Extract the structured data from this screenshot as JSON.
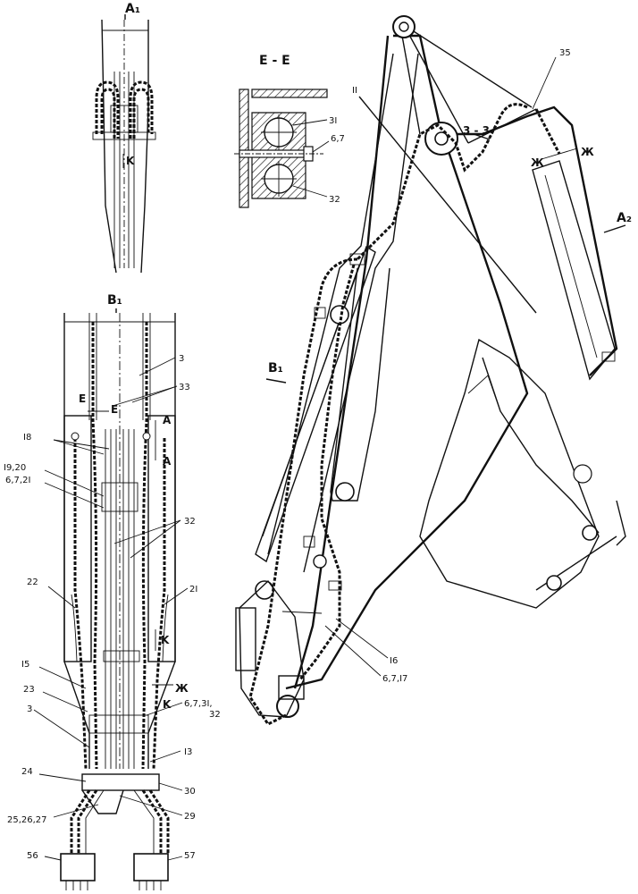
{
  "views": {
    "a1": "A₁",
    "b1": "B₁",
    "ee": "E - E",
    "a2": "A₂",
    "b1_arrow": "B₁",
    "section_33": "3 - 3"
  },
  "labels": {
    "l31": "3I",
    "l67_ee": "6,7",
    "l32_ee": "32",
    "l35": "35",
    "lII": "II",
    "lZh1": "Ж",
    "lZh2": "Ж",
    "lK_a1": "K",
    "l3_top": "3",
    "l33": "33",
    "lE1": "E",
    "lE2": "E",
    "lA1": "A",
    "lA2": "A",
    "l18": "I8",
    "l1920": "I9,20",
    "l6721": "6,7,2I",
    "l32": "32",
    "l22": "22",
    "l21": "2I",
    "lK1": "K",
    "l15": "I5",
    "lZh3": "Ж",
    "l23": "23",
    "lK2": "K",
    "l673132": "6,7,3I,",
    "l32b": "32",
    "l3": "3",
    "l13": "I3",
    "l24": "24",
    "l30": "30",
    "l29": "29",
    "l252627": "25,26,27",
    "l56": "56",
    "l57": "57",
    "l16": "I6",
    "l6717": "6,7,I7"
  }
}
